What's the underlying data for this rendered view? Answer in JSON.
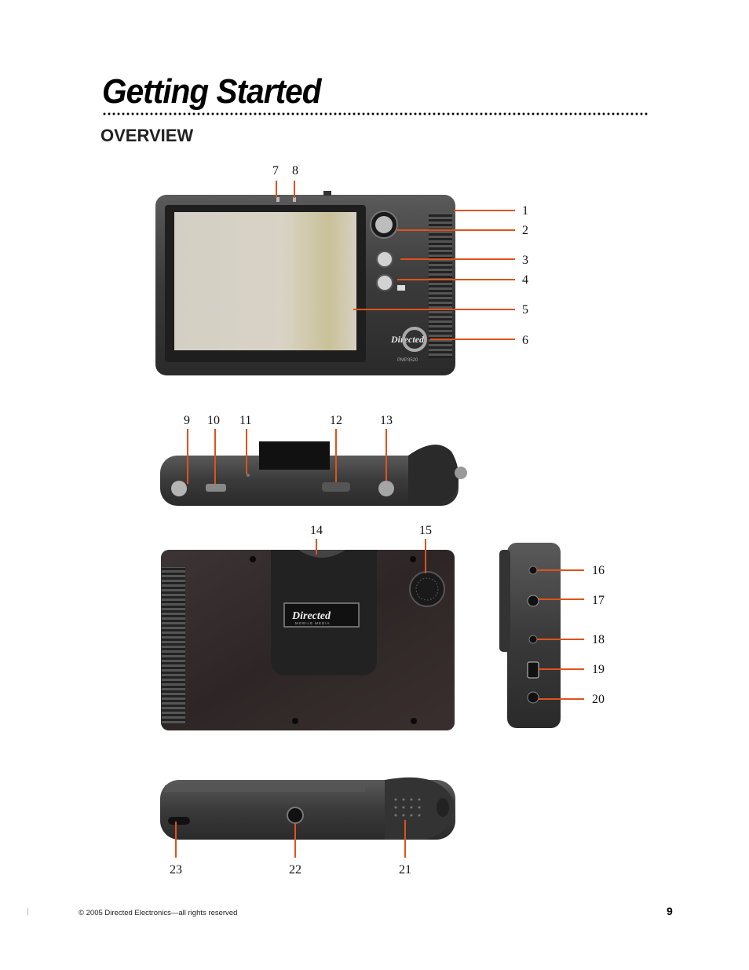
{
  "page": {
    "title": "Getting Started",
    "section": "OVERVIEW",
    "footer": "© 2005  Directed Electronics—all rights reserved",
    "page_number": "9"
  },
  "figure": {
    "front_logo": "Directed",
    "front_model": "PMP3520",
    "back_logo": "Directed",
    "back_logo_sub": "MOBILE MEDIA",
    "callouts": [
      "1",
      "2",
      "3",
      "4",
      "5",
      "6",
      "7",
      "8",
      "9",
      "10",
      "11",
      "12",
      "13",
      "14",
      "15",
      "16",
      "17",
      "18",
      "19",
      "20",
      "21",
      "22",
      "23"
    ]
  }
}
